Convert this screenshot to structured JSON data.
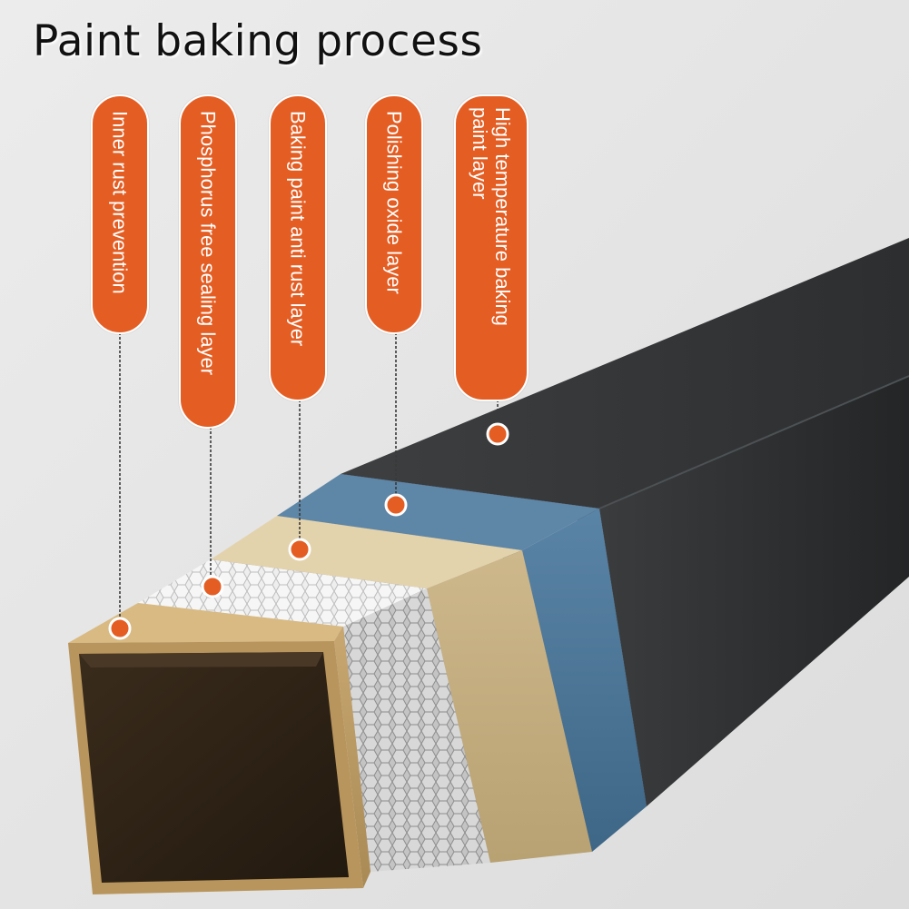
{
  "title": "Paint baking process",
  "colors": {
    "accent": "#e45d23",
    "background": "#e6e6e6",
    "outer_layer": "#2d2f31",
    "oxide_layer": "#4f7898",
    "anti_rust_layer": "#d8c49c",
    "sealing_layer": "#cfcfcf",
    "inner_layer": "#c1a06a"
  },
  "layers": [
    {
      "label": "Inner rust prevention"
    },
    {
      "label": "Phosphorus free sealing layer"
    },
    {
      "label": "Baking paint anti rust layer"
    },
    {
      "label": "Polishing oxide layer"
    },
    {
      "label": "High temperature baking\npaint layer"
    }
  ]
}
